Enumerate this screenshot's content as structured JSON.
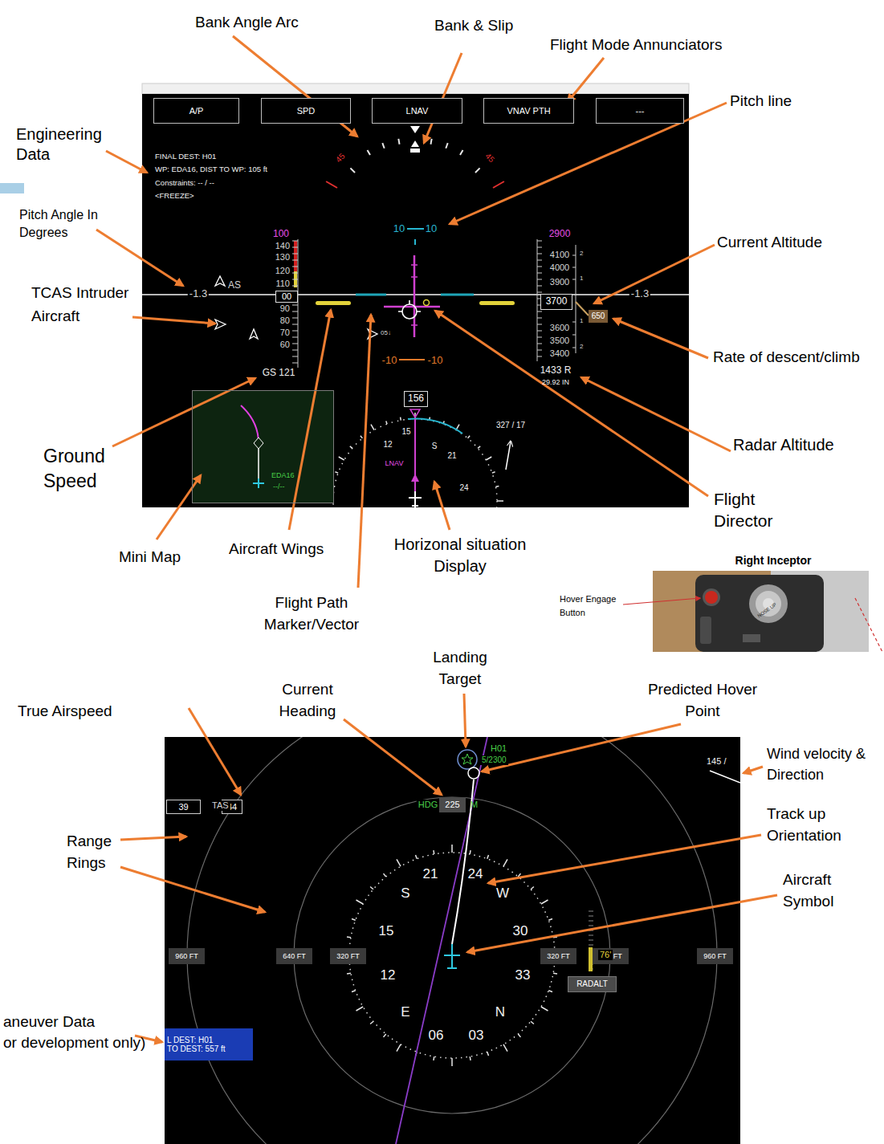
{
  "diagram": {
    "nodes": [
      {
        "text": [
          "A/P"
        ]
      },
      {
        "text": [
          "SPD"
        ]
      },
      {
        "text": [
          "LNAV"
        ]
      },
      {
        "text": [
          "VNAV PTH"
        ]
      },
      {
        "text": [
          "---"
        ]
      },
      {
        "text": [
          "00"
        ]
      },
      {
        "text": [
          "3700"
        ]
      },
      {
        "text": [
          "650"
        ]
      },
      {
        "text": [
          "156"
        ]
      },
      {
        "text": [
          "EDA16",
          "--/--"
        ]
      },
      {
        "text": [
          "39"
        ]
      },
      {
        "text": [
          "44"
        ]
      },
      {
        "text": [
          "225"
        ]
      },
      {
        "text": [
          "960 FT"
        ]
      },
      {
        "text": [
          "640 FT"
        ]
      },
      {
        "text": [
          "320 FT"
        ]
      },
      {
        "text": [
          "320 FT"
        ]
      },
      {
        "text": [
          "640 FT"
        ]
      },
      {
        "text": [
          "960 FT"
        ]
      },
      {
        "text": [
          "RADALT"
        ]
      },
      {
        "text": [
          "L DEST: H01",
          "TO DEST: 557 ft"
        ]
      }
    ],
    "labels": [
      "Bank Angle Arc",
      "Bank & Slip",
      "Flight Mode Annunciators",
      "Pitch line",
      "Engineering Data",
      "Pitch Angle In Degrees",
      "TCAS Intruder Aircraft",
      "Current Altitude",
      "Rate of descent/climb",
      "Ground Speed",
      "Radar Altitude",
      "Flight Director",
      "Mini Map",
      "Aircraft Wings",
      "Horizonal situation Display",
      "Flight Path Marker/Vector",
      "Right Inceptor",
      "Hover Engage Button",
      "Landing Target",
      "Current Heading",
      "Predicted Hover Point",
      "True Airspeed",
      "Wind velocity & Direction",
      "Range Rings",
      "Track up Orientation",
      "Aircraft Symbol",
      "aneuver Data",
      "or development only)",
      "FINAL DEST: H01",
      "WP: EDA16, DIST TO WP: 105 ft",
      "Constraints: -- / --",
      "<FREEZE>",
      "45",
      "45",
      "10",
      "10",
      "-1.3",
      "-1.3",
      "100",
      "140",
      "130",
      "120",
      "110",
      "90",
      "80",
      "70",
      "60",
      "AS",
      "05↓",
      "GS 121",
      "-10",
      "-10",
      "2900",
      "4100",
      "4000",
      "3900",
      "3600",
      "3500",
      "3400",
      "2",
      "1",
      "1",
      "2",
      "1433 R",
      "29.92 IN",
      "12",
      "15",
      "S",
      "21",
      "24",
      "LNAV",
      "327 / 17",
      "TAS",
      "HDG",
      "M",
      "H01",
      "5/2300",
      "145 /",
      "21",
      "24",
      "S",
      "W",
      "15",
      "30",
      "12",
      "33",
      "E",
      "N",
      "06",
      "03",
      "76'",
      "NOSE UP"
    ]
  }
}
